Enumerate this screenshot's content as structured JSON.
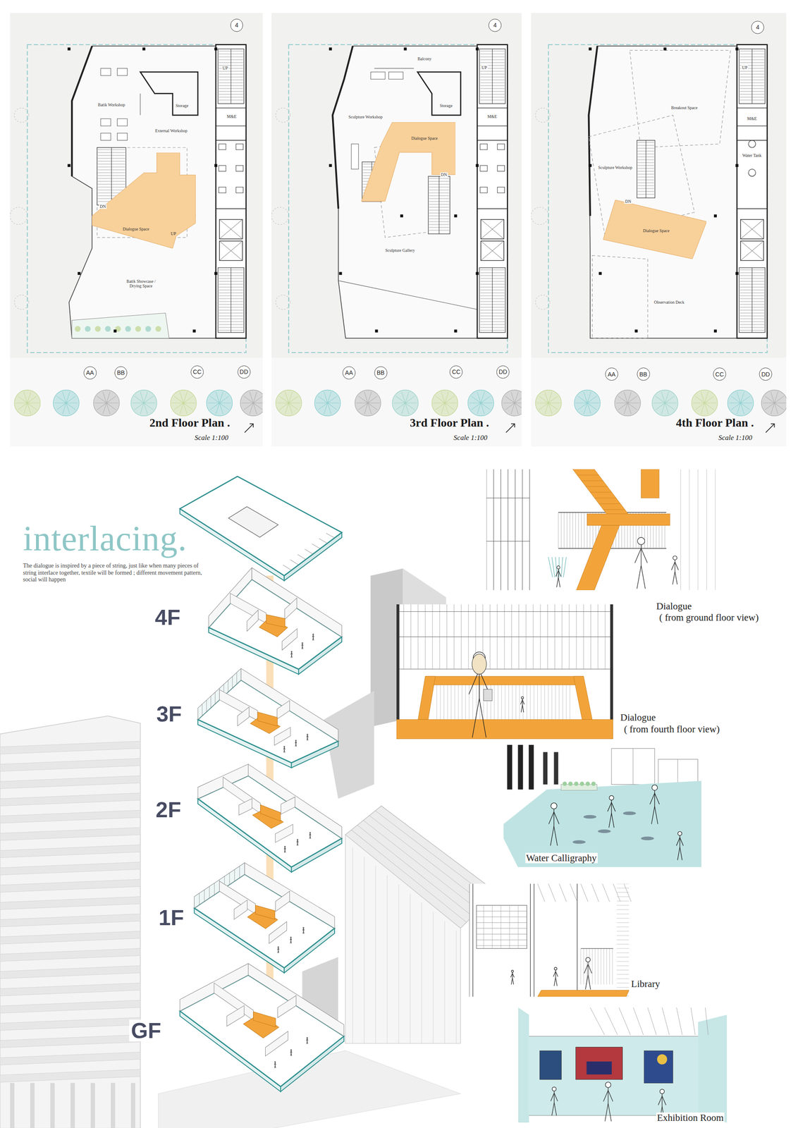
{
  "diagram": {
    "title": "interlacing.",
    "caption": "The dialogue is inspired by a piece of string, just like when many pieces of string interlace together, textile will be formed ; different movement pattern, social will happen",
    "nodes": [
      {
        "text": [
          "2nd Floor Plan .",
          "Scale 1:100"
        ]
      },
      {
        "text": [
          "4"
        ],
        "in": 0
      },
      {
        "text": [
          "Dialogue Space"
        ],
        "in": 0
      },
      {
        "text": [
          "AA"
        ],
        "in": 0
      },
      {
        "text": [
          "BB"
        ],
        "in": 0
      },
      {
        "text": [
          "CC"
        ],
        "in": 0
      },
      {
        "text": [
          "DD"
        ],
        "in": 0
      },
      {
        "text": [
          "3rd Floor Plan .",
          "Scale 1:100"
        ]
      },
      {
        "text": [
          "4"
        ],
        "in": 7
      },
      {
        "text": [
          "Dialogue Space"
        ],
        "in": 7
      },
      {
        "text": [
          "AA"
        ],
        "in": 7
      },
      {
        "text": [
          "BB"
        ],
        "in": 7
      },
      {
        "text": [
          "CC"
        ],
        "in": 7
      },
      {
        "text": [
          "DD"
        ],
        "in": 7
      },
      {
        "text": [
          "4th Floor Plan .",
          "Scale 1:100"
        ]
      },
      {
        "text": [
          "4"
        ],
        "in": 14
      },
      {
        "text": [
          "Dialogue Space"
        ],
        "in": 14
      },
      {
        "text": [
          "AA"
        ],
        "in": 14
      },
      {
        "text": [
          "BB"
        ],
        "in": 14
      },
      {
        "text": [
          "CC"
        ],
        "in": 14
      },
      {
        "text": [
          "DD"
        ],
        "in": 14
      },
      {
        "text": [
          "Dialogue",
          "( from ground floor view)"
        ]
      },
      {
        "text": [
          "Dialogue",
          "( from fourth floor view)"
        ]
      },
      {
        "text": [
          "Water Calligraphy"
        ]
      },
      {
        "text": [
          "Library"
        ]
      },
      {
        "text": [
          "Exhibition Room"
        ]
      }
    ],
    "labels": [
      "Batik Workshop",
      "Storage",
      "External Workshop",
      "M&E",
      "UP",
      "DN",
      "UP",
      "Batik Showcase / Drying Space",
      "Balcony",
      "Sculpture Workshop",
      "Storage",
      "M&E",
      "DN",
      "UP",
      "Sculpture Gallery",
      "Breakout Space",
      "M&E",
      "Water Tank",
      "Sculpture Workshop",
      "DN",
      "Observation Deck",
      "UP",
      "4F",
      "3F",
      "2F",
      "1F",
      "GF"
    ]
  }
}
